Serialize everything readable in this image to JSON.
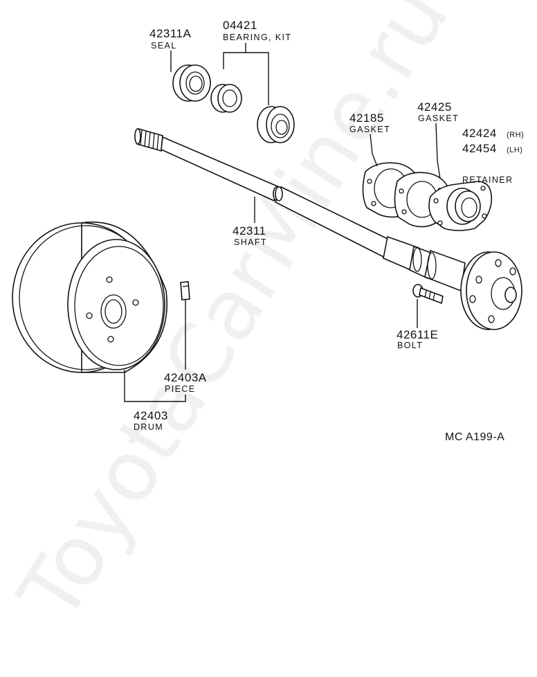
{
  "labels": {
    "seal": {
      "number": "42311A",
      "name": "SEAL"
    },
    "bearing_kit": {
      "number": "04421",
      "name": "BEARING, KIT"
    },
    "gasket_1": {
      "number": "42185",
      "name": "GASKET"
    },
    "gasket_2": {
      "number": "42425",
      "name": "GASKET"
    },
    "retainer": {
      "number_rh": "42424",
      "side_rh": "(RH)",
      "number_lh": "42454",
      "side_lh": "(LH)",
      "name": "RETAINER"
    },
    "shaft": {
      "number": "42311",
      "name": "SHAFT"
    },
    "bolt": {
      "number": "42611E",
      "name": "BOLT"
    },
    "piece": {
      "number": "42403A",
      "name": "PIECE"
    },
    "drum": {
      "number": "42403",
      "name": "DRUM"
    }
  },
  "reference": "MC  A199-A",
  "watermark": "ToyotaCarMine.ru"
}
